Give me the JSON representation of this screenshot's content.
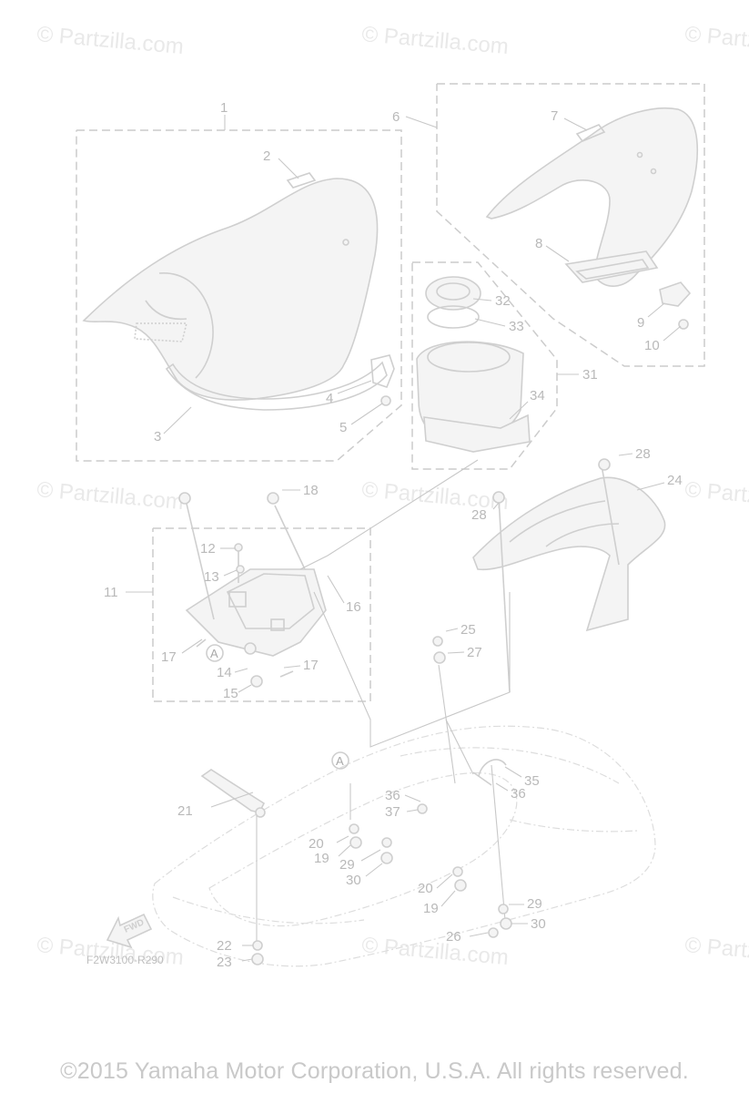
{
  "watermark": {
    "text": "© Partzilla.com"
  },
  "diagram_code": "F2W3100-R290",
  "direction_arrow": "FWD",
  "reference_mark": "A",
  "callouts": {
    "c1": "1",
    "c2": "2",
    "c3": "3",
    "c4": "4",
    "c5": "5",
    "c6": "6",
    "c7": "7",
    "c8": "8",
    "c9": "9",
    "c10": "10",
    "c11": "11",
    "c12": "12",
    "c13": "13",
    "c14": "14",
    "c15": "15",
    "c16": "16",
    "c17a": "17",
    "c17b": "17",
    "c18": "18",
    "c19a": "19",
    "c19b": "19",
    "c20a": "20",
    "c20b": "20",
    "c21": "21",
    "c22": "22",
    "c23": "23",
    "c24": "24",
    "c25": "25",
    "c26": "26",
    "c27": "27",
    "c28a": "28",
    "c28b": "28",
    "c29a": "29",
    "c29b": "29",
    "c30a": "30",
    "c30b": "30",
    "c31": "31",
    "c32": "32",
    "c33": "33",
    "c34": "34",
    "c35": "35",
    "c36a": "36",
    "c36b": "36",
    "c37": "37"
  },
  "copyright": "©2015 Yamaha Motor Corporation, U.S.A. All rights reserved."
}
